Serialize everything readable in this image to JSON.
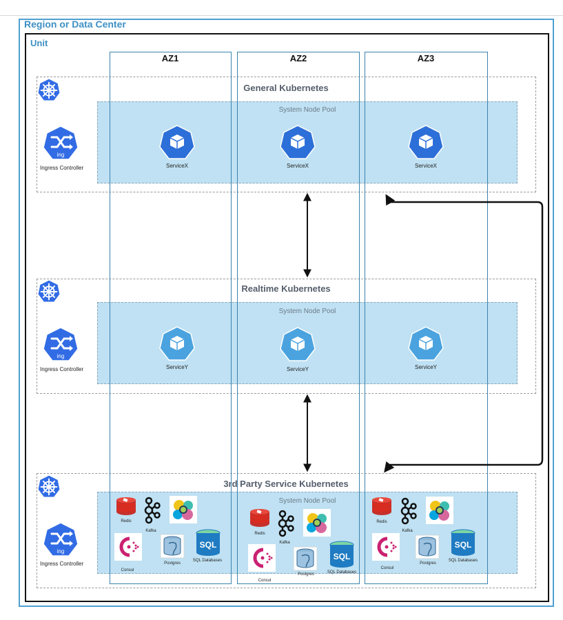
{
  "region": {
    "label": "Region or Data Center"
  },
  "unit": {
    "label": "Unit"
  },
  "azs": [
    "AZ1",
    "AZ2",
    "AZ3"
  ],
  "clusters": {
    "general": {
      "title": "General Kubernetes",
      "pool": "System Node Pool",
      "service": "ServiceX",
      "ingress": "Ingress Controller"
    },
    "realtime": {
      "title": "Realtime Kubernetes",
      "pool": "System Node Pool",
      "service": "ServiceY",
      "ingress": "Ingress Controller"
    },
    "thirdparty": {
      "title": "3rd Party Service Kubernetes",
      "pool": "System Node Pool",
      "ingress": "Ingress Controller"
    }
  },
  "tools": {
    "redis": "Redis",
    "kafka": "Kafka",
    "consul": "Consul",
    "postgres": "Postgres",
    "sql": "SQL Databases",
    "sql_icon_text": "SQL",
    "ing_icon_text": "ing"
  },
  "colors": {
    "k8s_blue": "#326ce5",
    "service_blue_x": "#2d6fd8",
    "service_blue_y": "#4aa3df",
    "pool": "#bfe1f3",
    "az_border": "#3a82ad"
  }
}
